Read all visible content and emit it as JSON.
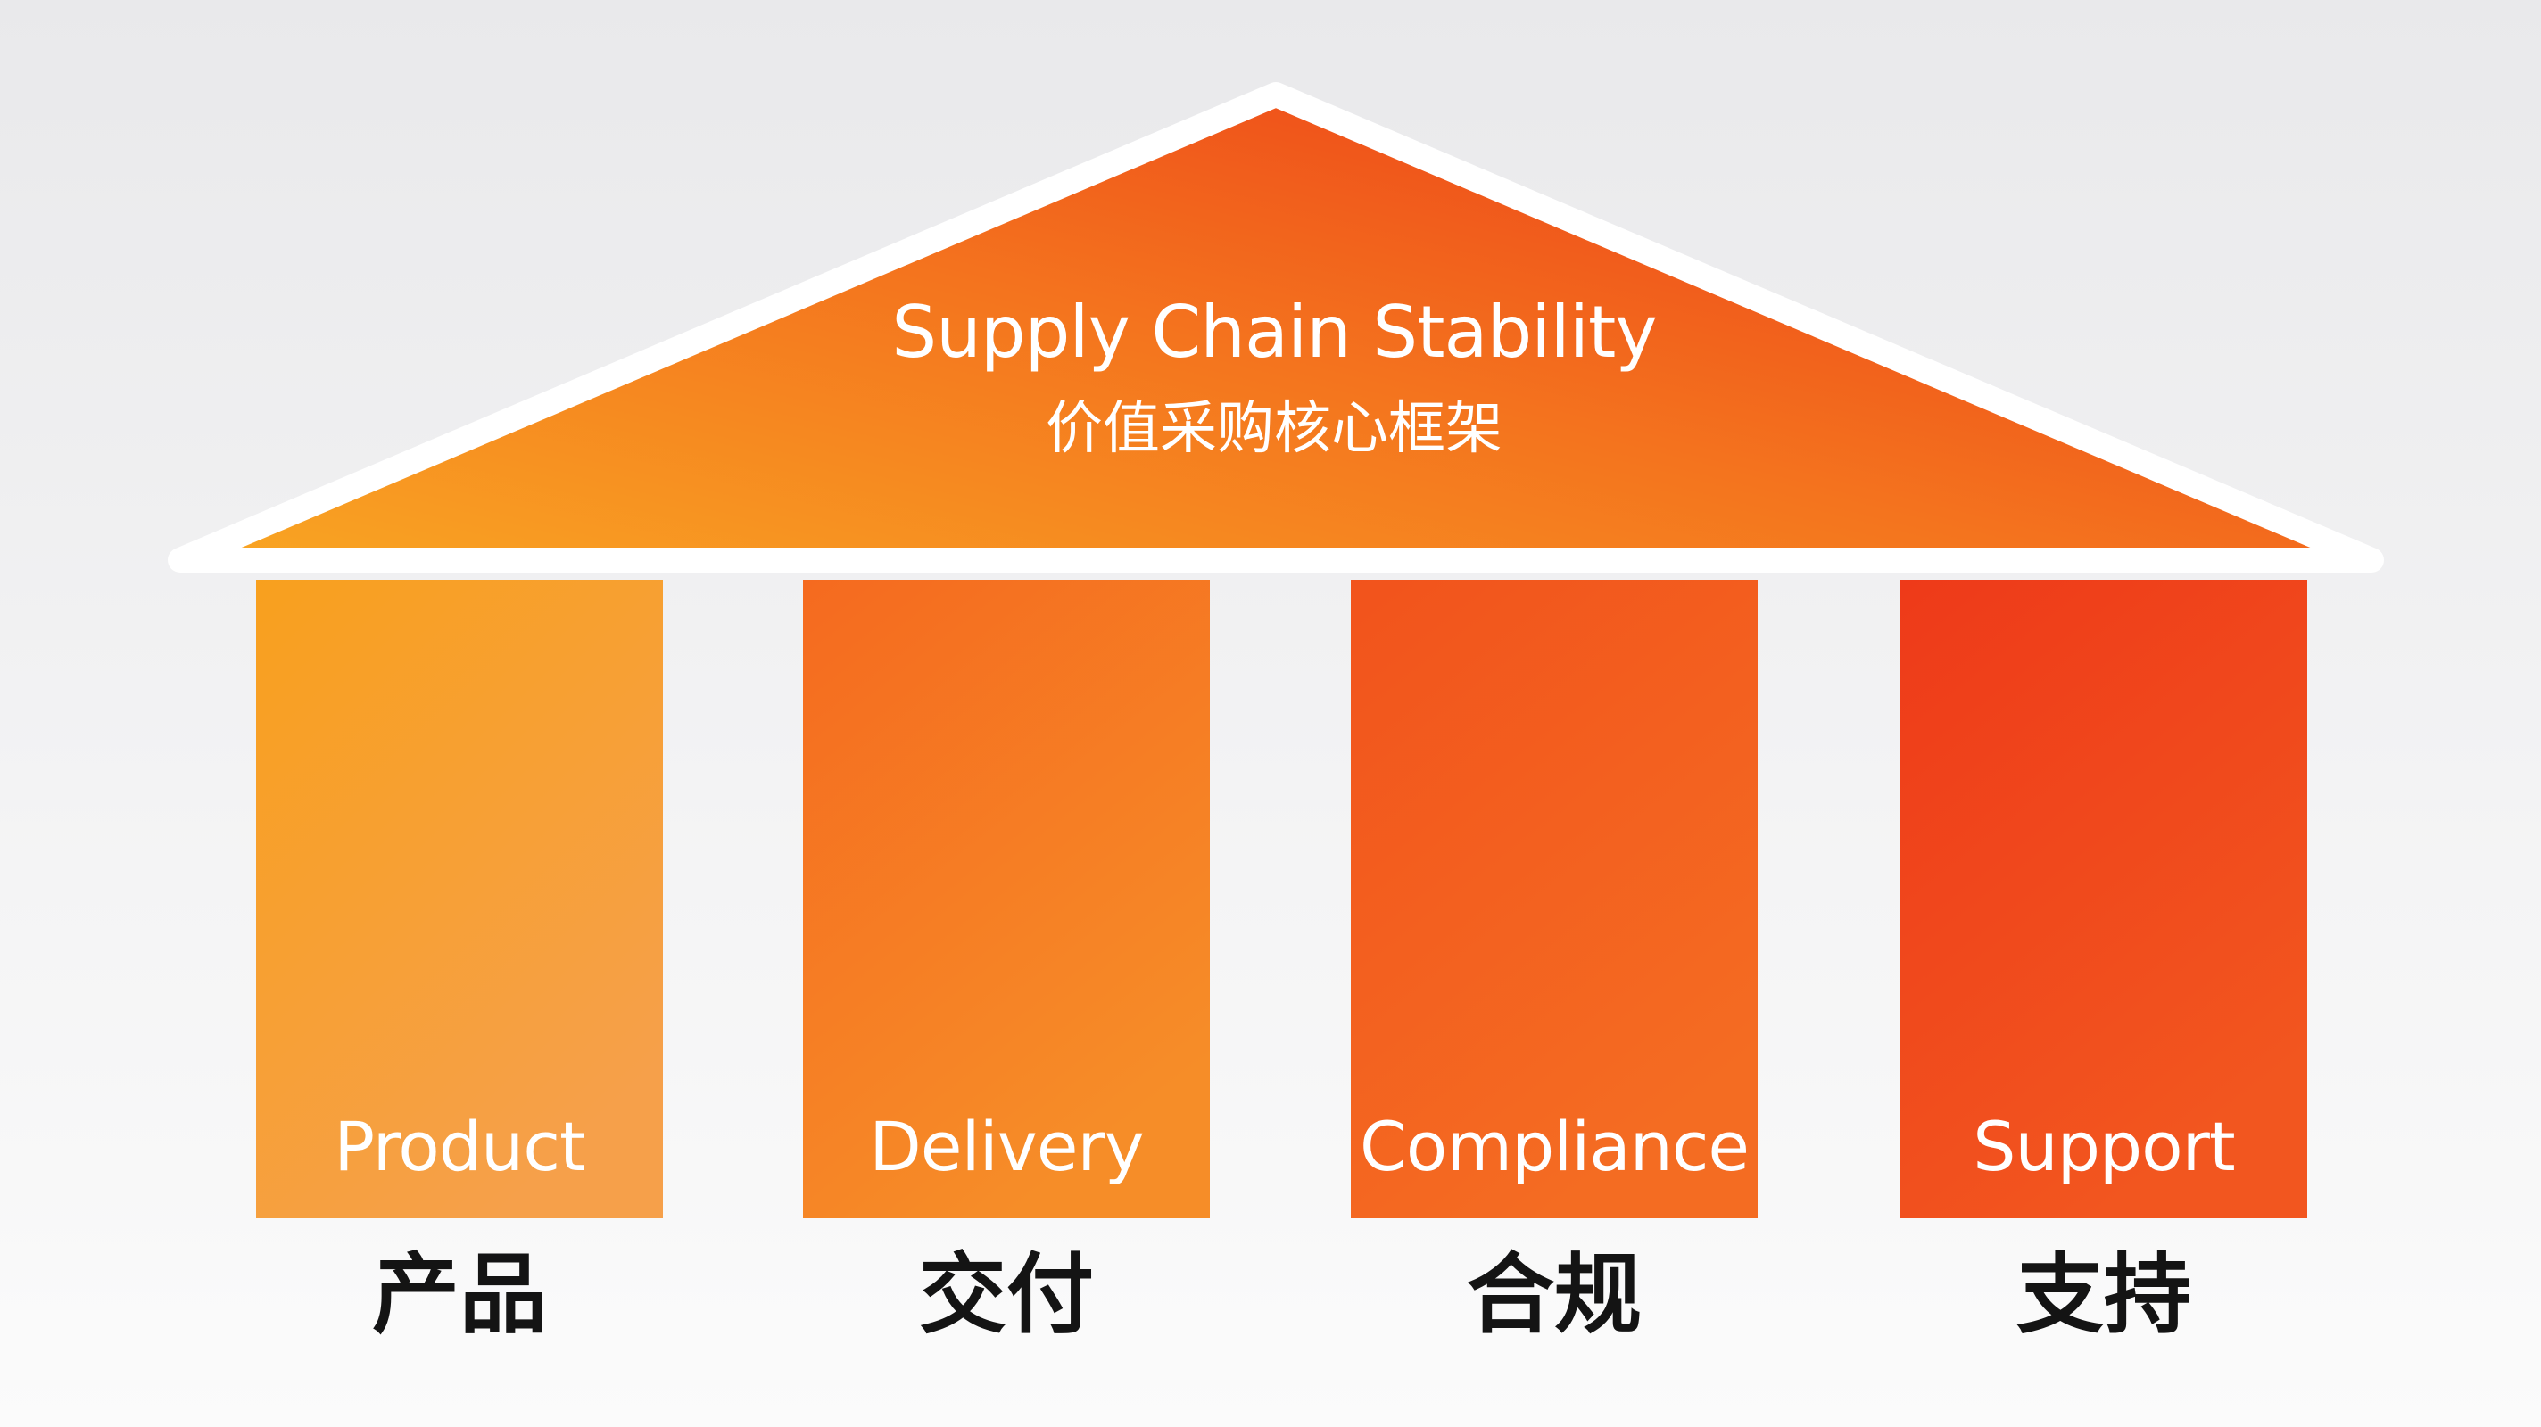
{
  "roof": {
    "title": "Supply Chain Stability",
    "subtitle": "价值采购核心框架"
  },
  "pillars": [
    {
      "label": "Product",
      "caption": "产品"
    },
    {
      "label": "Delivery",
      "caption": "交付"
    },
    {
      "label": "Compliance",
      "caption": "合规"
    },
    {
      "label": "Support",
      "caption": "支持"
    }
  ],
  "colors": {
    "gradient_start": "#f9a11b",
    "gradient_mid": "#f57a1f",
    "gradient_end": "#ee3a17",
    "outline": "#ffffff",
    "caption_text": "#141414"
  }
}
